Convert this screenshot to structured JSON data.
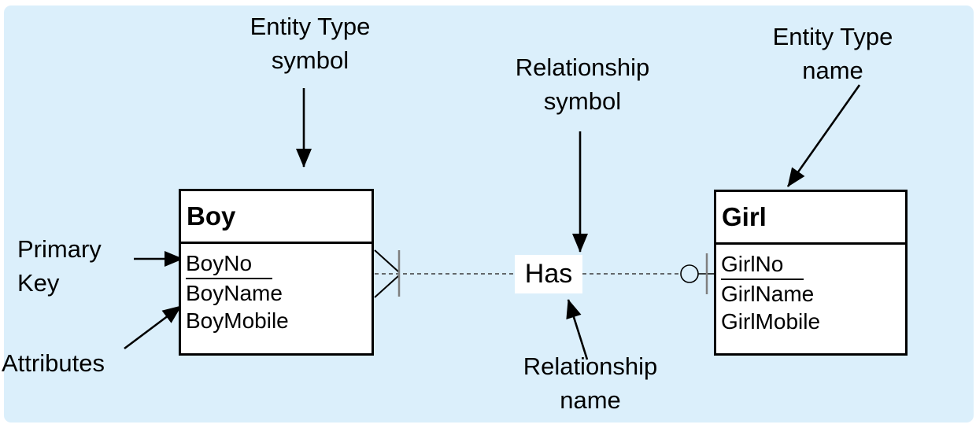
{
  "colors": {
    "panel_bg": "#dbeffb",
    "box_bg": "#ffffff",
    "line": "#000000",
    "one_bar_gray": "#7f7f7f"
  },
  "entities": [
    {
      "name": "Boy",
      "attributes": [
        {
          "label": "BoyNo",
          "primary_key": true
        },
        {
          "label": "BoyName",
          "primary_key": false
        },
        {
          "label": "BoyMobile",
          "primary_key": false
        }
      ]
    },
    {
      "name": "Girl",
      "attributes": [
        {
          "label": "GirlNo",
          "primary_key": true
        },
        {
          "label": "GirlName",
          "primary_key": false
        },
        {
          "label": "GirlMobile",
          "primary_key": false
        }
      ]
    }
  ],
  "relationship": {
    "name": "Has",
    "line_style": "dashed",
    "cardinality_symbols": {
      "boy_side": "crow-foot-with-bar",
      "girl_side": "circle-with-bar"
    }
  },
  "labels": {
    "entity_type_symbol": "Entity Type\nsymbol",
    "relationship_symbol": "Relationship\nsymbol",
    "entity_type_name": "Entity Type\nname",
    "primary_key": "Primary\nKey",
    "attributes": "Attributes",
    "relationship_name": "Relationship\nname"
  }
}
